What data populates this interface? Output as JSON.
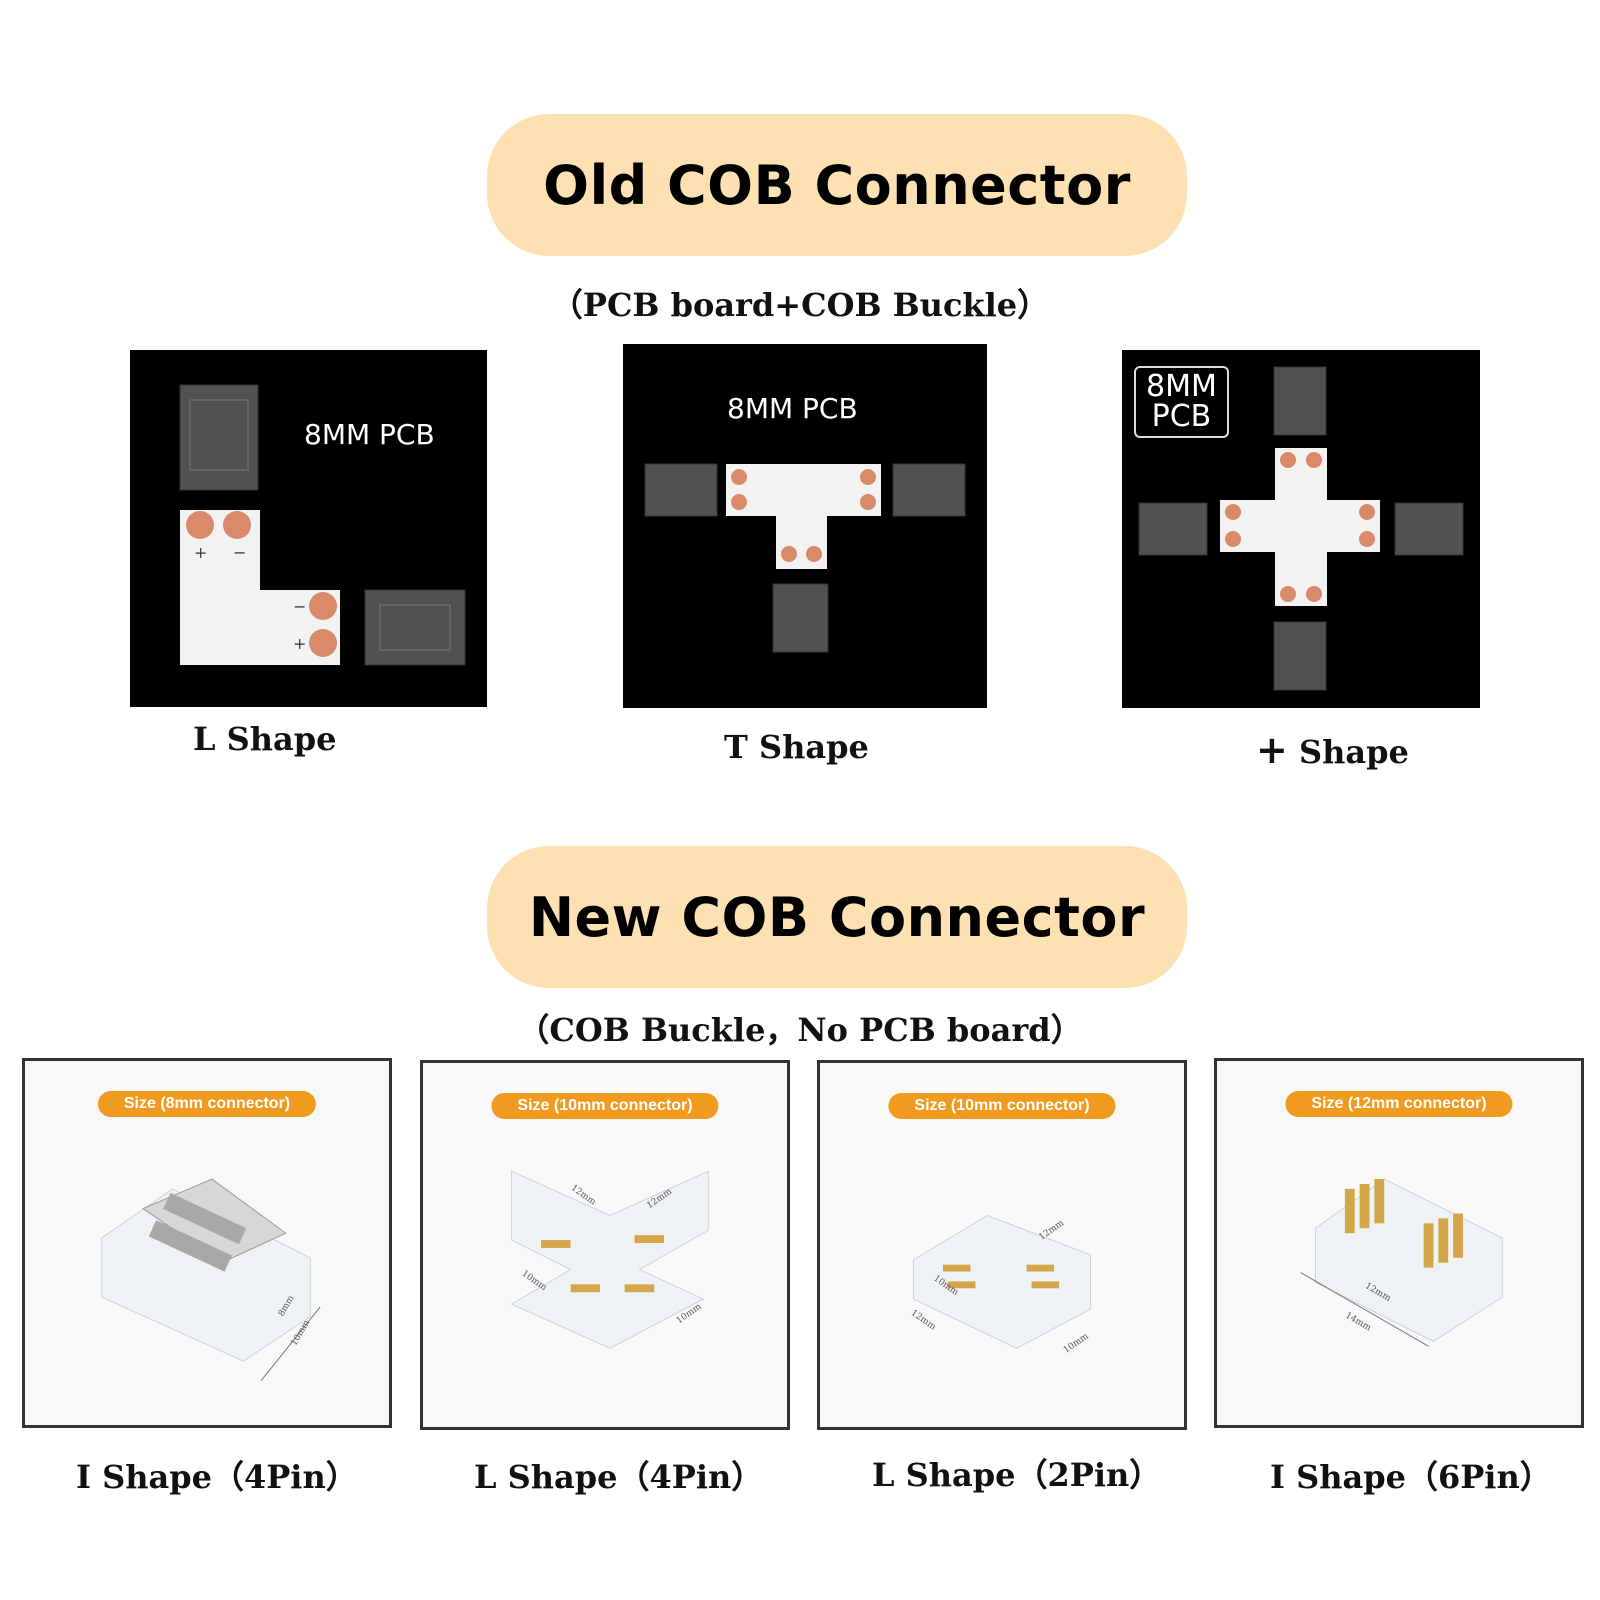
{
  "old_section": {
    "title": "Old COB Connector",
    "subtitle": "（PCB board+COB Buckle）",
    "items": [
      {
        "pcb_label": "8MM PCB",
        "caption": "L Shape"
      },
      {
        "pcb_label": "8MM PCB",
        "caption": "T Shape"
      },
      {
        "pcb_label_line1": "8MM",
        "pcb_label_line2": "PCB",
        "caption_icon": "plus-icon",
        "caption": "Shape"
      }
    ]
  },
  "new_section": {
    "title": "New COB Connector",
    "subtitle": "（COB Buckle，No PCB board）",
    "items": [
      {
        "size": "Size (8mm connector)",
        "caption": "I Shape（4Pin）",
        "dims": [
          "8mm",
          "10mm"
        ]
      },
      {
        "size": "Size (10mm connector)",
        "caption": "L Shape（4Pin）",
        "dims": [
          "12mm",
          "12mm",
          "10mm",
          "10mm"
        ]
      },
      {
        "size": "Size (10mm connector)",
        "caption": "L Shape（2Pin）",
        "dims": [
          "12mm",
          "10mm",
          "12mm",
          "10mm"
        ]
      },
      {
        "size": "Size (12mm connector)",
        "caption": "I Shape（6Pin）",
        "dims": [
          "12mm",
          "14mm"
        ]
      }
    ]
  },
  "colors": {
    "banner": "#fde1b3",
    "badge": "#f09a1f",
    "copper": "#d98a6a",
    "photo_bg": "#000000"
  }
}
